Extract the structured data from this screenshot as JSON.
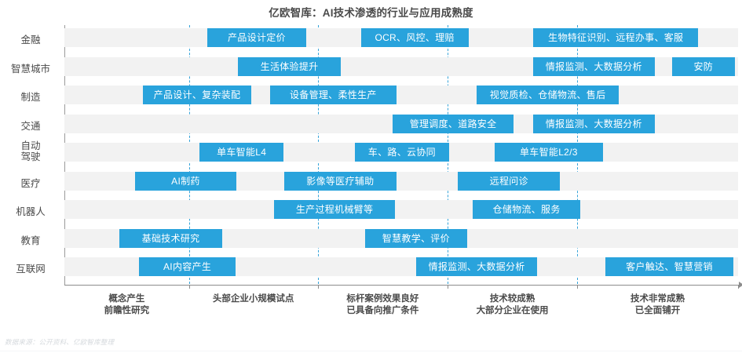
{
  "title": "亿欧智库：AI技术渗透的行业与应用成熟度",
  "source_note": "数据来源：公开资料、亿欧智库整理",
  "colors": {
    "bar": "#29a3dc",
    "row_band": "#f2f2f2",
    "gridline": "#2a9fd8",
    "axis": "#8c8c8c",
    "title_text": "#4a4a4a"
  },
  "chart_data": {
    "type": "bar",
    "title": "亿欧智库：AI技术渗透的行业与应用成熟度",
    "xlabel": "",
    "ylabel": "",
    "grid": "vertical dashed stage separators",
    "legend": "none",
    "orientation": "horizontal",
    "x_stage_labels": [
      {
        "line1": "概念产生",
        "line2": "前瞻性研究"
      },
      {
        "line1": "头部企业小规模试点",
        "line2": ""
      },
      {
        "line1": "标杆案例效果良好",
        "line2": "已具备向推广条件"
      },
      {
        "line1": "技术较成熟",
        "line2": "大部分企业在使用"
      },
      {
        "line1": "技术非常成熟",
        "line2": "已全面铺开"
      }
    ],
    "categories": [
      "金融",
      "智慧城市",
      "制造",
      "交通",
      "自动驾驶",
      "医疗",
      "机器人",
      "教育",
      "互联网"
    ],
    "rows": [
      {
        "category": "金融",
        "category_line1": "金融",
        "category_line2": "",
        "bars": [
          {
            "label": "产品设计定价",
            "start_pct": 21.2,
            "width_pct": 14.7
          },
          {
            "label": "OCR、风控、理赔",
            "start_pct": 44.0,
            "width_pct": 16.0
          },
          {
            "label": "生物特征识别、远程办事、客服",
            "start_pct": 69.6,
            "width_pct": 24.5
          }
        ]
      },
      {
        "category": "智慧城市",
        "category_line1": "智慧城市",
        "category_line2": "",
        "bars": [
          {
            "label": "生活体验提升",
            "start_pct": 25.8,
            "width_pct": 15.2
          },
          {
            "label": "情报监测、大数据分析",
            "start_pct": 69.6,
            "width_pct": 18.0
          },
          {
            "label": "安防",
            "start_pct": 90.2,
            "width_pct": 9.3
          }
        ]
      },
      {
        "category": "制造",
        "category_line1": "制造",
        "category_line2": "",
        "bars": [
          {
            "label": "产品设计、复杂装配",
            "start_pct": 11.7,
            "width_pct": 16.0
          },
          {
            "label": "设备管理、柔性生产",
            "start_pct": 30.5,
            "width_pct": 18.8
          },
          {
            "label": "视觉质检、仓储物流、售后",
            "start_pct": 61.2,
            "width_pct": 21.1
          }
        ]
      },
      {
        "category": "交通",
        "category_line1": "交通",
        "category_line2": "",
        "bars": [
          {
            "label": "管理调度、道路安全",
            "start_pct": 48.7,
            "width_pct": 18.0
          },
          {
            "label": "情报监测、大数据分析",
            "start_pct": 69.6,
            "width_pct": 18.0
          }
        ]
      },
      {
        "category": "自动驾驶",
        "category_line1": "自动",
        "category_line2": "驾驶",
        "bars": [
          {
            "label": "单车智能L4",
            "start_pct": 20.1,
            "width_pct": 12.4
          },
          {
            "label": "车、路、云协同",
            "start_pct": 43.1,
            "width_pct": 14.0
          },
          {
            "label": "单车智能L2/3",
            "start_pct": 63.9,
            "width_pct": 16.0
          }
        ]
      },
      {
        "category": "医疗",
        "category_line1": "医疗",
        "category_line2": "",
        "bars": [
          {
            "label": "AI制药",
            "start_pct": 10.5,
            "width_pct": 15.0
          },
          {
            "label": "影像等医疗辅助",
            "start_pct": 32.6,
            "width_pct": 16.7
          },
          {
            "label": "远程问诊",
            "start_pct": 58.4,
            "width_pct": 15.2
          }
        ]
      },
      {
        "category": "机器人",
        "category_line1": "机器人",
        "category_line2": "",
        "bars": [
          {
            "label": "生产过程机械臂等",
            "start_pct": 31.1,
            "width_pct": 18.0
          },
          {
            "label": "仓储物流、服务",
            "start_pct": 60.6,
            "width_pct": 16.0
          }
        ]
      },
      {
        "category": "教育",
        "category_line1": "教育",
        "category_line2": "",
        "bars": [
          {
            "label": "基础技术研究",
            "start_pct": 8.2,
            "width_pct": 15.2
          },
          {
            "label": "智慧教学、评价",
            "start_pct": 44.6,
            "width_pct": 15.2
          }
        ]
      },
      {
        "category": "互联网",
        "category_line1": "互联网",
        "category_line2": "",
        "bars": [
          {
            "label": "AI内容产生",
            "start_pct": 11.1,
            "width_pct": 14.3
          },
          {
            "label": "情报监测、大数据分析",
            "start_pct": 52.2,
            "width_pct": 18.0
          },
          {
            "label": "客户触达、智慧营销",
            "start_pct": 80.3,
            "width_pct": 19.0
          }
        ]
      }
    ],
    "stage_gridlines_pct": [
      18.5,
      37.6,
      56.9,
      76.1
    ]
  }
}
